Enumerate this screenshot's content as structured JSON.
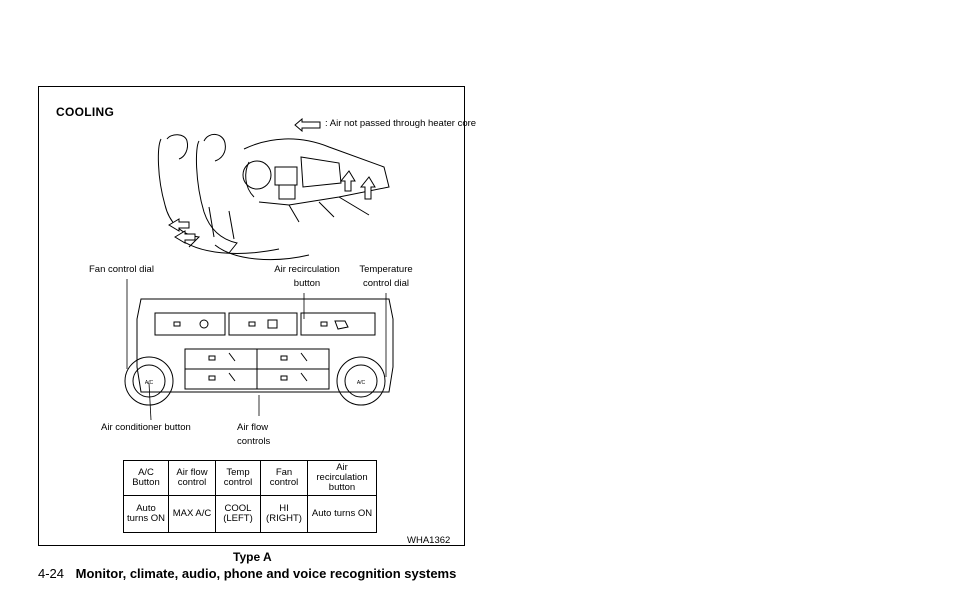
{
  "figure": {
    "title": "COOLING",
    "legend": "Air not passed through heater core",
    "legend_prefix": ":",
    "labels": {
      "fan_control_dial": "Fan control dial",
      "air_recirculation_button": "Air recirculation button",
      "temperature_control_dial": "Temperature control dial",
      "air_conditioner_button": "Air conditioner button",
      "air_flow_controls": "Air flow controls"
    },
    "dial_text": "A/C",
    "table": {
      "headers": [
        "A/C Button",
        "Air flow control",
        "Temp control",
        "Fan control",
        "Air recirculation button"
      ],
      "values": [
        "Auto turns ON",
        "MAX A/C",
        "COOL (LEFT)",
        "HI (RIGHT)",
        "Auto turns ON"
      ]
    },
    "code": "WHA1362"
  },
  "caption": "Type A",
  "footer": {
    "page_number": "4-24",
    "section_title": "Monitor, climate, audio, phone and voice recognition systems"
  },
  "icons": [
    "arrow-left-icon",
    "seat-drawing",
    "dashboard-drawing",
    "control-panel-drawing"
  ]
}
